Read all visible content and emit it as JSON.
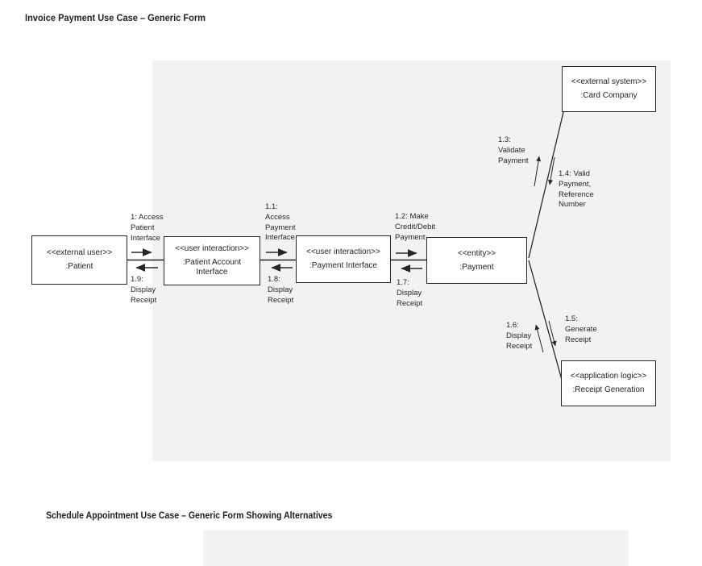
{
  "page": {
    "section1_title": "Invoice Payment Use Case – Generic Form",
    "section2_title": "Schedule Appointment Use Case – Generic Form Showing Alternatives"
  },
  "colors": {
    "diagram_background": "#f2f2f2",
    "node_background": "#ffffff",
    "line": "#262626",
    "text": "#262626"
  },
  "diagram": {
    "nodes": {
      "patient": {
        "stereotype": "<<external user>>",
        "name": ":Patient"
      },
      "patient_account_if": {
        "stereotype": "<<user interaction>>",
        "name": ":Patient Account\nInterface"
      },
      "payment_if": {
        "stereotype": "<<user interaction>>",
        "name": ":Payment Interface"
      },
      "payment": {
        "stereotype": "<<entity>>",
        "name": ":Payment"
      },
      "card_company": {
        "stereotype": "<<external system>>",
        "name": ":Card Company"
      },
      "receipt_gen": {
        "stereotype": "<<application logic>>",
        "name": ":Receipt Generation"
      }
    },
    "messages": {
      "m1": "1: Access\nPatient\nInterface",
      "m1_1": "1.1:\nAccess\nPayment\nInterface",
      "m1_2": "1.2: Make\nCredit/Debit\nPayment",
      "m1_3": "1.3:\nValidate\nPayment",
      "m1_4": "1.4: Valid\nPayment,\nReference\nNumber",
      "m1_5": "1.5:\nGenerate\nReceipt",
      "m1_6": "1.6:\nDisplay\nReceipt",
      "m1_7": "1.7:\nDisplay\nReceipt",
      "m1_8": "1.8:\nDisplay\nReceipt",
      "m1_9": "1.9:\nDisplay\nReceipt"
    }
  }
}
